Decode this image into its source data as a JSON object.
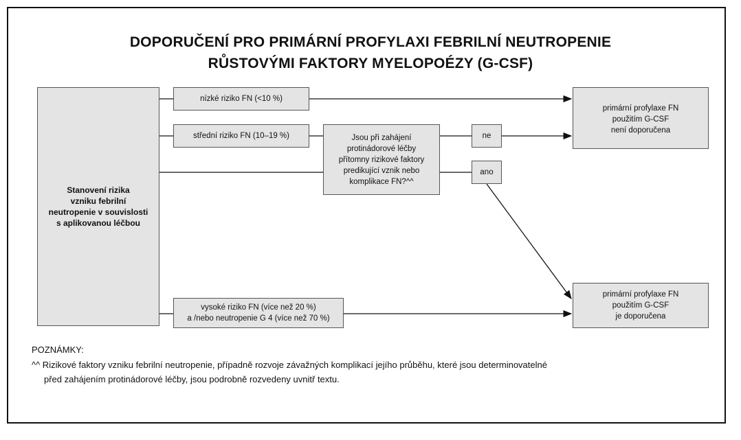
{
  "title": [
    "DOPORUČENÍ PRO PRIMÁRNÍ PROFYLAXI FEBRILNÍ NEUTROPENIE",
    "RŮSTOVÝMI FAKTORY MYELOPOÉZY (G-CSF)"
  ],
  "start_box": [
    "Stanovení rizika",
    "vzniku febrilní",
    "neutropenie v souvislosti",
    "s aplikovanou léčbou"
  ],
  "low_risk": "nízké riziko FN  (<10 %)",
  "mid_risk": "střední riziko FN (10–19 %)",
  "high_risk": [
    "vysoké riziko FN (více než 20 %)",
    "a /nebo neutropenie G 4 (více než 70 %)"
  ],
  "question": [
    "Jsou při zahájení",
    "protinádorové léčby",
    "přítomny rizikové faktory",
    "predikující vznik nebo",
    "komplikace FN?^^"
  ],
  "answer_no": "ne",
  "answer_yes": "ano",
  "outcome_not_recommended": [
    "primární profylaxe FN",
    "použitím G-CSF",
    "není doporučena"
  ],
  "outcome_recommended": [
    "primární profylaxe FN",
    "použitím G-CSF",
    "je doporučena"
  ],
  "notes": {
    "heading": "POZNÁMKY:",
    "line1": "^^ Rizikové faktory vzniku febrilní neutropenie, případně rozvoje závažných komplikací jejího průběhu, které jsou determinovatelné",
    "line2": "před zahájením protinádorové léčby, jsou podrobně rozvedeny uvnitř textu."
  },
  "colors": {
    "box_fill": "#e4e4e4",
    "line": "#111111"
  }
}
